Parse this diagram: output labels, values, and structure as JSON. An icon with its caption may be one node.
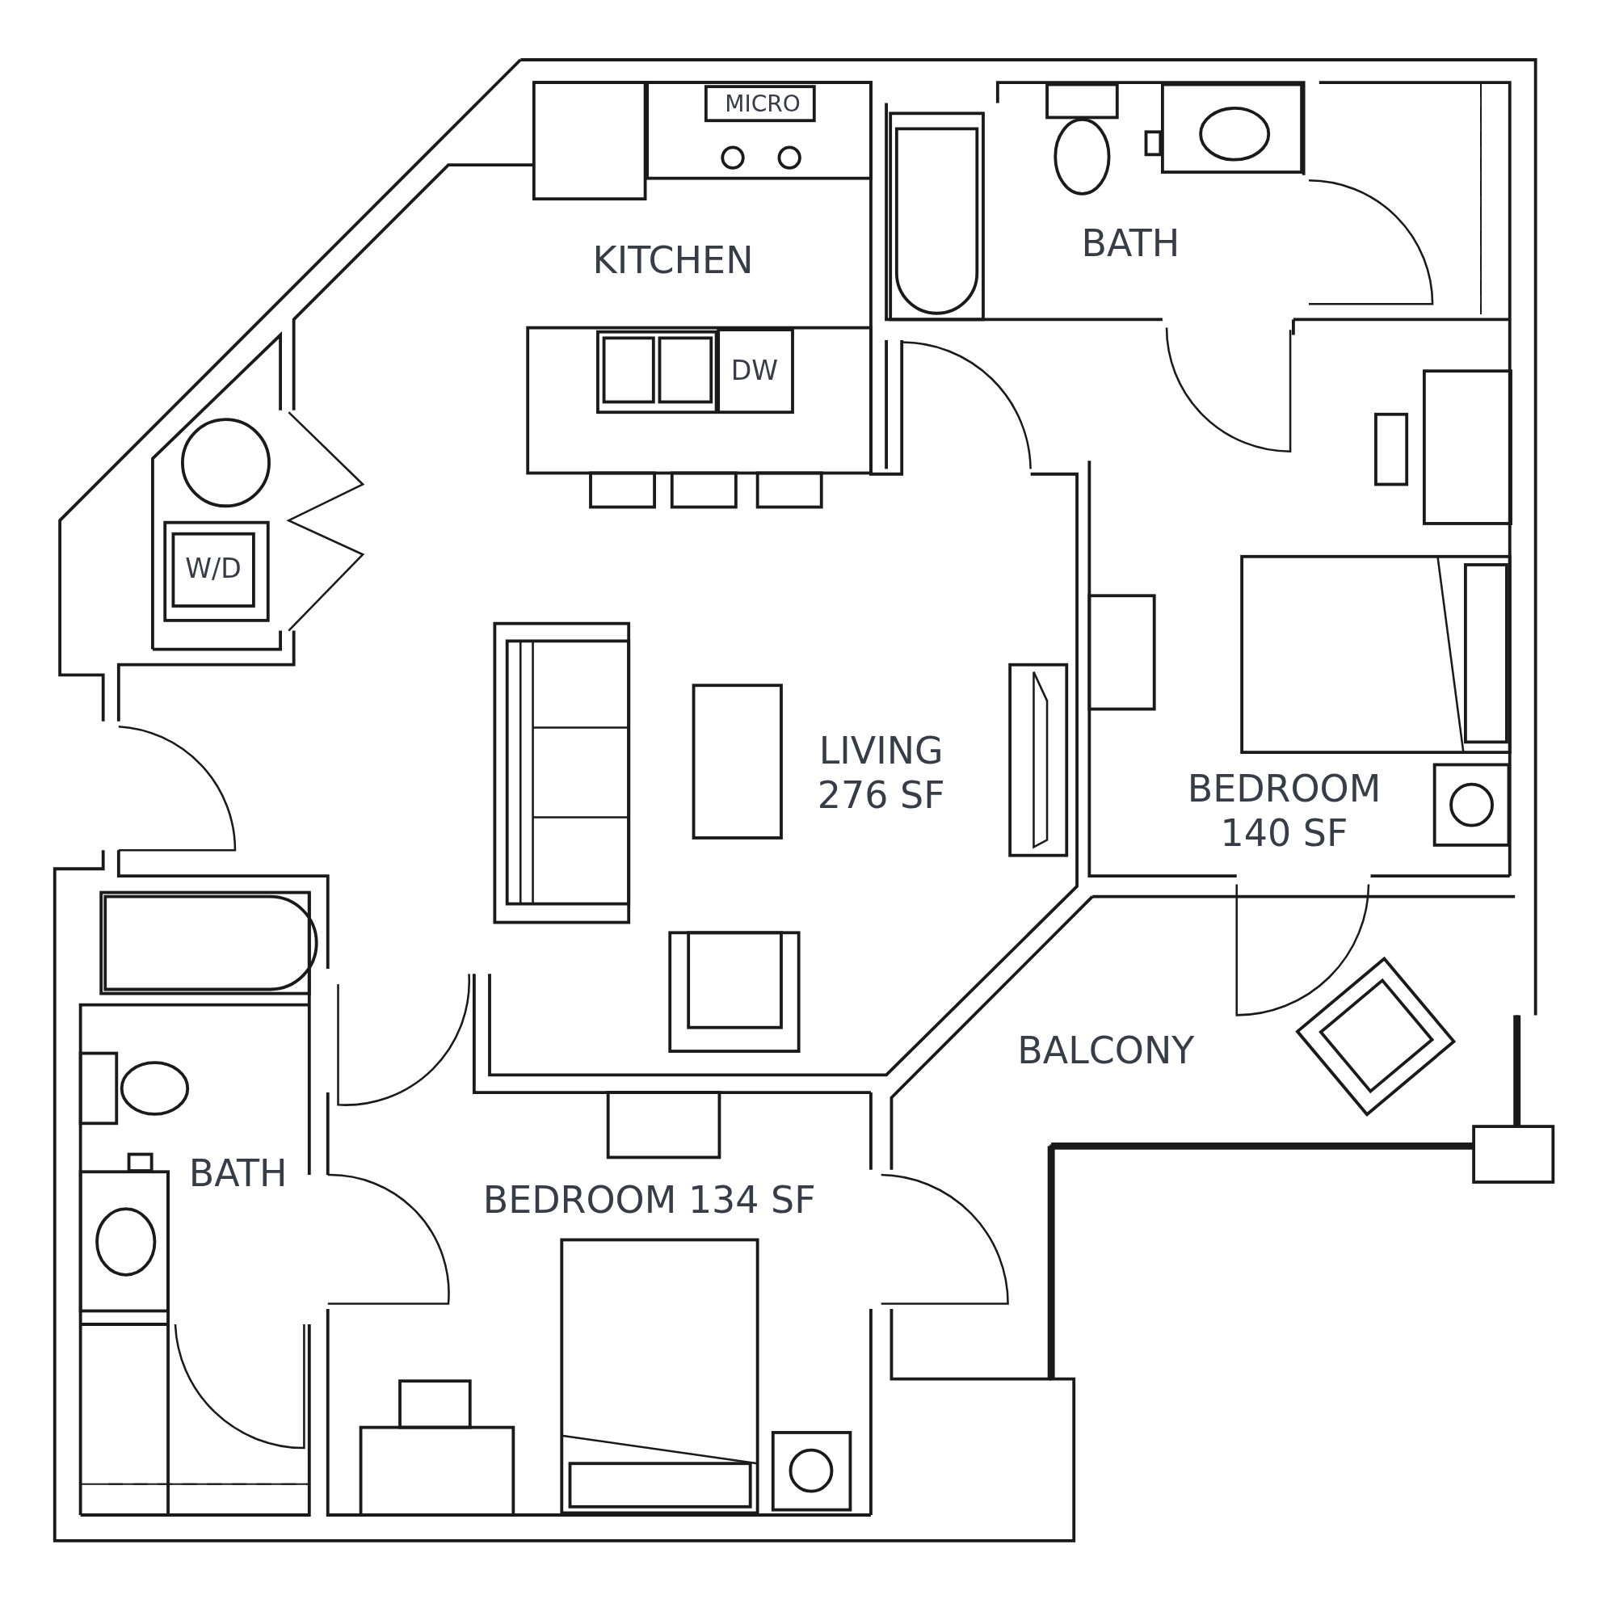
{
  "diagram": {
    "labels": [
      "MICRO",
      "BATH",
      "KITCHEN",
      "DW",
      "W/D",
      "LIVING 276 SF",
      "BEDROOM 140 SF",
      "BALCONY",
      "BATH",
      "BEDROOM 134 SF"
    ]
  }
}
